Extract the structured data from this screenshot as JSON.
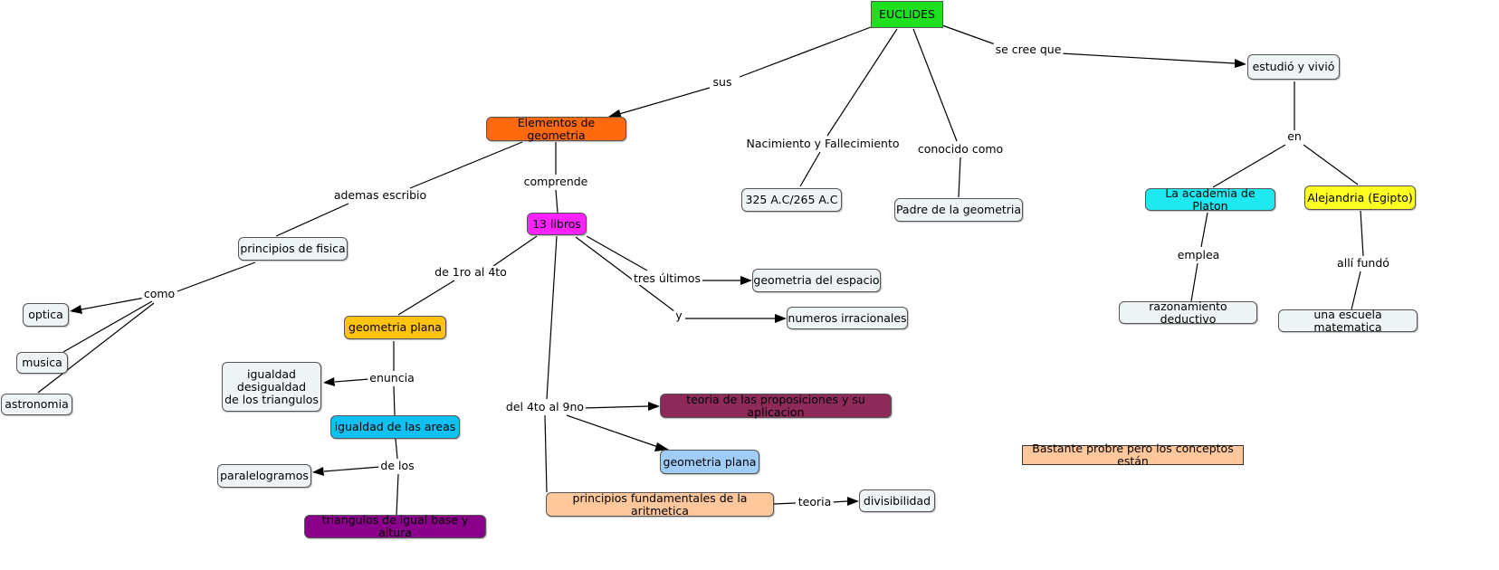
{
  "nodes": {
    "euclides": {
      "text": "EUCLIDES",
      "color": "#1ee01e"
    },
    "elementos": {
      "text": "Elementos de geometria",
      "color": "#ff6a0e"
    },
    "nacimiento_val": {
      "text": "325 A.C/265 A.C",
      "color": "#eef3f5"
    },
    "padre": {
      "text": "Padre de la geometria",
      "color": "#eef3f5"
    },
    "estudio": {
      "text": "estudió y vivió",
      "color": "#eef3f5"
    },
    "academia": {
      "text": "La academia de Platon",
      "color": "#1ee8f0"
    },
    "alejandria": {
      "text": "Alejandria (Egipto)",
      "color": "#ffff22"
    },
    "razonamiento": {
      "text": "razonamiento deductivo",
      "color": "#eef3f5"
    },
    "escuela": {
      "text": "una escuela matematica",
      "color": "#eef3f5"
    },
    "principios_fisica": {
      "text": "principios de fisica",
      "color": "#eef3f5"
    },
    "libros": {
      "text": "13 libros",
      "color": "#ff22ff"
    },
    "optica": {
      "text": "optica",
      "color": "#eef3f5"
    },
    "musica": {
      "text": "musica",
      "color": "#eef3f5"
    },
    "astronomia": {
      "text": "astronomia",
      "color": "#eef3f5"
    },
    "geo_plana1": {
      "text": "geometria plana",
      "color": "#ffc410"
    },
    "geo_espacio": {
      "text": "geometria del espacio",
      "color": "#eef3f5"
    },
    "irracionales": {
      "text": "numeros irracionales",
      "color": "#eef3f5"
    },
    "igualdad_tri": {
      "text": "igualdad\ndesigualdad\nde los triangulos",
      "color": "#eef3f5"
    },
    "igualdad_areas": {
      "text": "igualdad de las areas",
      "color": "#10c0f0"
    },
    "paralelogramos": {
      "text": "paralelogramos",
      "color": "#eef3f5"
    },
    "triangulos_base": {
      "text": "triangulos de igual base y altura",
      "color": "#8a008a"
    },
    "teoria_prop": {
      "text": "teoria de las proposiciones y su aplicacion",
      "color": "#8e2a5a"
    },
    "geo_plana2": {
      "text": "geometria plana",
      "color": "#a0ccf8"
    },
    "principios_arit": {
      "text": "principios fundamentales de la aritmetica",
      "color": "#ffc89c"
    },
    "divisibilidad": {
      "text": "divisibilidad",
      "color": "#eef3f5"
    },
    "nota": {
      "text": "Bastante probre pero los conceptos están",
      "color": "#ffc89c"
    }
  },
  "labels": {
    "sus": "sus",
    "nacimiento": "Nacimiento y Fallecimiento",
    "conocido": "conocido como",
    "se_cree": "se cree que",
    "en": "en",
    "emplea": "emplea",
    "alli_fundo": "allí fundó",
    "ademas": "ademas escribio",
    "comprende": "comprende",
    "como": "como",
    "de1ro": "de 1ro al 4to",
    "tres": "tres últimos",
    "y": "y",
    "enuncia": "enuncia",
    "de_los": "de los",
    "del4to": "del 4to al 9no",
    "teoria": "teoria"
  }
}
